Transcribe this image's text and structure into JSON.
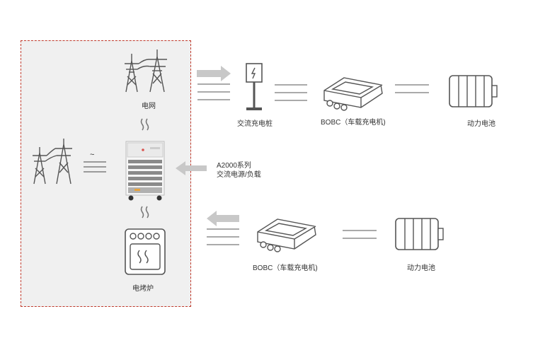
{
  "labels": {
    "grid": "电网",
    "ac_ripple": "~",
    "oven": "电烤炉",
    "ac_pile": "交流充电桩",
    "bobc_top": "BOBC（车载充电机)",
    "battery_top": "动力电池",
    "product_line1": "A2000系列",
    "product_line2": "交流电源/负载",
    "bobc_bottom": "BOBC（车载充电机)",
    "battery_bottom": "动力电池"
  },
  "colors": {
    "box_bg": "#f0f0f0",
    "box_border": "#c0392b",
    "arrow": "#c8c8c8",
    "line": "#555555",
    "accent": "#d9534f"
  }
}
